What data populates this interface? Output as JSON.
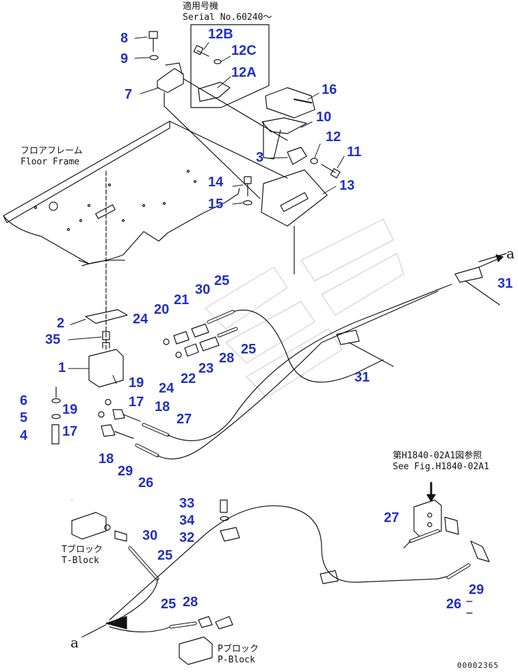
{
  "notes": {
    "applicable_jp": "適用号機",
    "serial": "Serial No.60240～",
    "floor_jp": "フロアフレーム",
    "floor_en": "Floor Frame",
    "tblock_jp": "Tブロック",
    "tblock_en": "T-Block",
    "pblock_jp": "Pブロック",
    "pblock_en": "P-Block",
    "see_jp": "第H1840-02A1図参照",
    "see_en": "See Fig.H1840-02A1",
    "arrow_a": "a",
    "drawing_no": "00002365"
  },
  "callouts": {
    "c8": "8",
    "c9": "9",
    "c7": "7",
    "c12b": "12B",
    "c12c": "12C",
    "c12a": "12A",
    "c16": "16",
    "c10": "10",
    "c12": "12",
    "c11": "11",
    "c3": "3",
    "c14": "14",
    "c13": "13",
    "c15": "15",
    "c25a": "25",
    "c30a": "30",
    "c21": "21",
    "c20": "20",
    "c24a": "24",
    "c2": "2",
    "c35": "35",
    "c1": "1",
    "c25b": "25",
    "c28a": "28",
    "c23": "23",
    "c22": "22",
    "c24b": "24",
    "c19a": "19",
    "c17a": "17",
    "c6": "6",
    "c19b": "19",
    "c5": "5",
    "c18a": "18",
    "c27a": "27",
    "c17b": "17",
    "c4": "4",
    "c18b": "18",
    "c29a": "29",
    "c26a": "26",
    "c31a": "31",
    "c31b": "31",
    "c33": "33",
    "c34": "34",
    "c32": "32",
    "c30b": "30",
    "c25c": "25",
    "c27b": "27",
    "c25d": "25",
    "c28b": "28",
    "c29b": "29",
    "c26b": "26"
  },
  "colors": {
    "callout": "#1f2fc8",
    "line": "#111111"
  }
}
